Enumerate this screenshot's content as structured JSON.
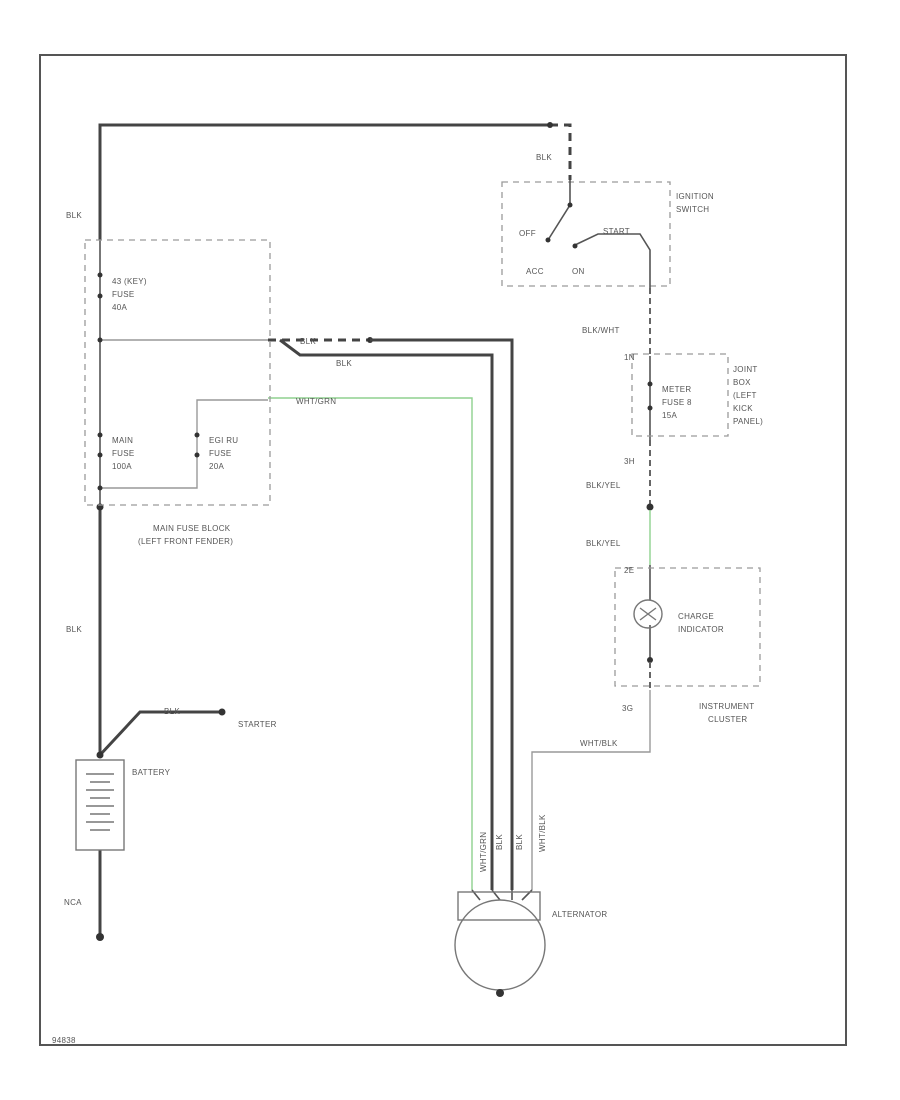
{
  "labels": {
    "blk_top_left": "BLK",
    "blk_ign_feed": "BLK",
    "ignition_switch_line1": "IGNITION",
    "ignition_switch_line2": "SWITCH",
    "switch_off": "OFF",
    "switch_start": "START",
    "switch_acc": "ACC",
    "switch_on": "ON",
    "blk_wht": "BLK/WHT",
    "fuse_43_line1": "43 (KEY)",
    "fuse_43_line2": "FUSE",
    "fuse_43_line3": "40A",
    "blk_to_alt_a": "BLK",
    "blk_to_alt_b": "BLK",
    "wht_grn_top": "WHT/GRN",
    "main_fuse_line1": "MAIN",
    "main_fuse_line2": "FUSE",
    "main_fuse_line3": "100A",
    "egi_fuse_line1": "EGI RU",
    "egi_fuse_line2": "FUSE",
    "egi_fuse_line3": "20A",
    "main_fuse_block_line1": "MAIN FUSE BLOCK",
    "main_fuse_block_line2": "(LEFT FRONT FENDER)",
    "joint_box_line1": "JOINT",
    "joint_box_line2": "BOX",
    "joint_box_line3": "(LEFT",
    "joint_box_line4": "KICK",
    "joint_box_line5": "PANEL)",
    "meter_fuse_line1": "METER",
    "meter_fuse_line2": "FUSE 8",
    "meter_fuse_line3": "15A",
    "pin_1n": "1N",
    "pin_3h": "3H",
    "blk_yel_a": "BLK/YEL",
    "blk_yel_b": "BLK/YEL",
    "pin_2e": "2E",
    "charge_indicator_line1": "CHARGE",
    "charge_indicator_line2": "INDICATOR",
    "pin_3g": "3G",
    "instrument_cluster_line1": "INSTRUMENT",
    "instrument_cluster_line2": "CLUSTER",
    "blk_battery_side": "BLK",
    "blk_starter": "BLK",
    "starter": "STARTER",
    "battery": "BATTERY",
    "wht_blk_horiz": "WHT/BLK",
    "wht_grn_vert": "WHT/GRN",
    "blk_vert_a": "BLK",
    "blk_vert_b": "BLK",
    "wht_blk_vert": "WHT/BLK",
    "nca": "NCA",
    "alternator": "ALTERNATOR",
    "corner_code": "94838"
  }
}
